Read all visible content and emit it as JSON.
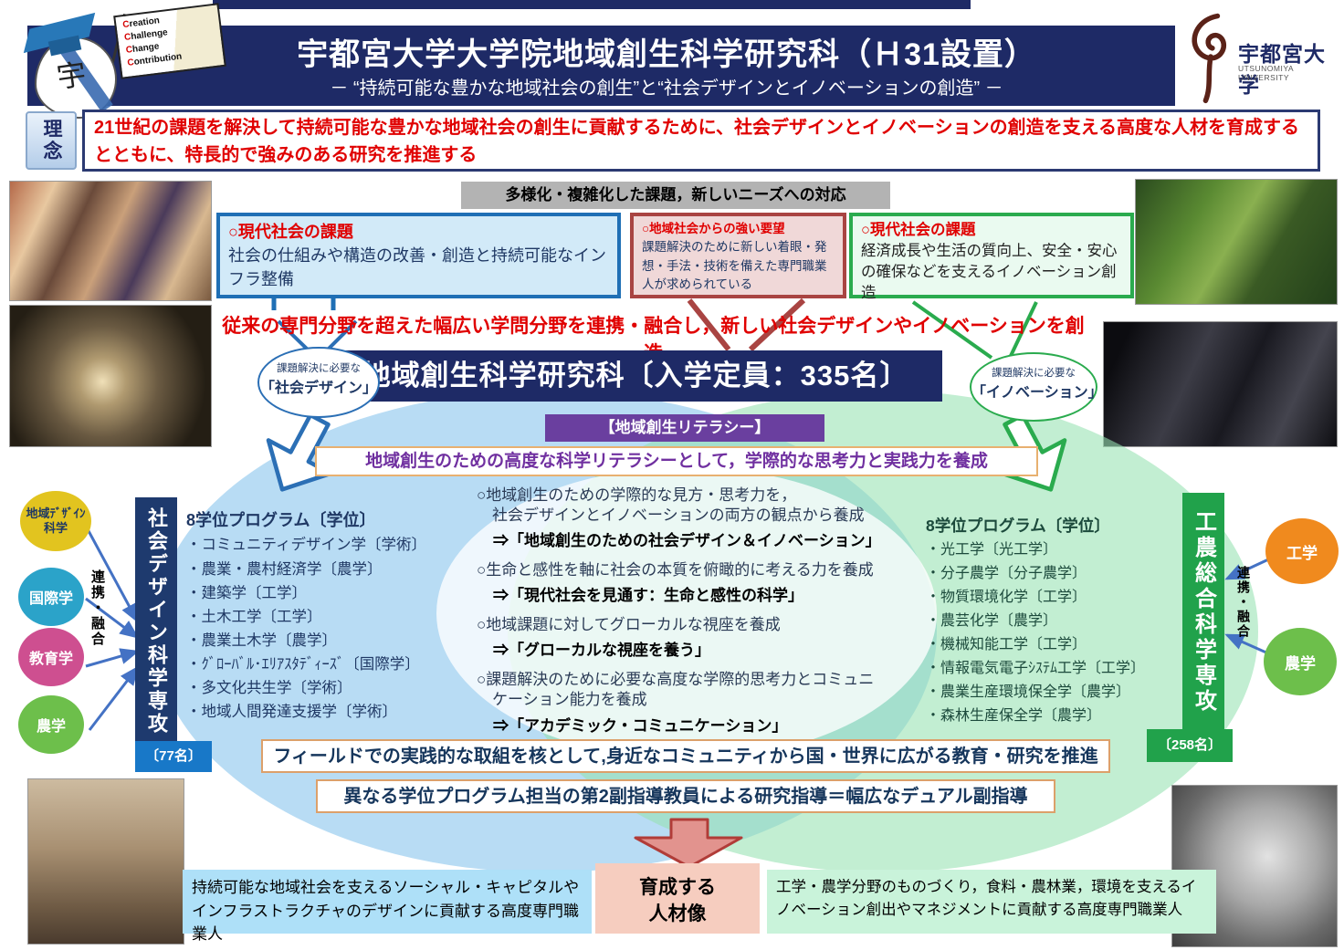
{
  "header": {
    "title": "宇都宮大学大学院地域創生科学研究科（Ｈ31設置）",
    "subtitle": "－ “持続可能な豊かな地域社会の創生”と“社会デザインとイノベーションの創造” －",
    "mascot": {
      "mark": "宇",
      "flag_lines": [
        "Creation",
        "Challenge",
        "Change",
        "Contribution"
      ]
    },
    "logo": {
      "name": "宇都宮大学",
      "subname": "UTSUNOMIYA UNIVERSITY"
    }
  },
  "philosophy": {
    "label": "理念",
    "text": "21世紀の課題を解決して持続可能な豊かな地域社会の創生に貢献するために、社会デザインとイノベーションの創造を支える高度な人材を育成するとともに、特長的で強みのある研究を推進する"
  },
  "needs_bar": "多様化・複雑化した課題，新しいニーズへの対応",
  "challenge_boxes": [
    {
      "title": "○現代社会の課題",
      "body": "社会の仕組みや構造の改善・創造と持続可能なインフラ整備"
    },
    {
      "title": "○地域社会からの強い要望",
      "body": "課題解決のために新しい着眼・発想・手法・技術を備えた専門職業人が求められている"
    },
    {
      "title": "○現代社会の課題",
      "body": "経済成長や生活の質向上、安全・安心の確保などを支えるイノベーション創造"
    }
  ],
  "integration_line": "従来の専門分野を超えた幅広い学問分野を連携・融合し，新しい社会デザインやイノベーションを創造",
  "main_banner": "地域創生科学研究科〔入学定員：335名〕",
  "bubble_left": {
    "line1": "課題解決に必要な",
    "line2": "「社会デザイン」"
  },
  "bubble_right": {
    "line1": "課題解決に必要な",
    "line2": "「イノベーション」"
  },
  "literacy": {
    "bar": "【地域創生リテラシー】",
    "line": "地域創生のための高度な科学リテラシーとして，学際的な思考力と実践力を養成"
  },
  "goals": [
    {
      "body": "○地域創生のための学際的な見方・思考力を，\n　社会デザインとイノベーションの両方の観点から養成",
      "result": "⇒「地域創生のための社会デザイン＆イノベーション」"
    },
    {
      "body": "○生命と感性を軸に社会の本質を俯瞰的に考える力を養成",
      "result": "⇒「現代社会を見通す：生命と感性の科学」"
    },
    {
      "body": "○地域課題に対してグローカルな視座を養成",
      "result": "⇒「グローカルな視座を養う」"
    },
    {
      "body": "○課題解決のために必要な高度な学際的思考力とコミュニ\n　ケーション能力を養成",
      "result": "⇒「アカデミック・コミュニケーション」"
    }
  ],
  "left_division": {
    "name": "社会デザイン科学専攻",
    "capacity": "〔77名〕",
    "program_header": "8学位プログラム〔学位〕",
    "programs": [
      "・コミュニティデザイン学〔学術〕",
      "・農業・農村経済学〔農学〕",
      "・建築学〔工学〕",
      "・土木工学〔工学〕",
      "・農業土木学〔農学〕",
      "・ｸﾞﾛｰﾊﾞﾙ･ｴﾘｱｽﾀﾃﾞｨｰｽﾞ〔国際学〕",
      "・多文化共生学〔学術〕",
      "・地域人間発達支援学〔学術〕"
    ]
  },
  "right_division": {
    "name": "工農総合科学専攻",
    "capacity": "〔258名〕",
    "program_header": "8学位プログラム〔学位〕",
    "programs": [
      "・光工学〔光工学〕",
      "・分子農学〔分子農学〕",
      "・物質環境化学〔工学〕",
      "・農芸化学〔農学〕",
      "・機械知能工学〔工学〕",
      "・情報電気電子ｼｽﾃﾑ工学〔工学〕",
      "・農業生産環境保全学〔農学〕",
      "・森林生産保全学〔農学〕"
    ]
  },
  "left_fields": {
    "link_label": "連携・融合",
    "items": [
      {
        "label": "地域ﾃﾞｻﾞｲﾝ科学",
        "color": "#e2c41f"
      },
      {
        "label": "国際学",
        "color": "#2ba3c9"
      },
      {
        "label": "教育学",
        "color": "#ce4f90"
      },
      {
        "label": "農学",
        "color": "#6dbf4b"
      }
    ]
  },
  "right_fields": {
    "link_label": "連携・融合",
    "items": [
      {
        "label": "工学",
        "color": "#f08a1e"
      },
      {
        "label": "農学",
        "color": "#6dbf4b"
      }
    ]
  },
  "bottom_banners": [
    "フィールドでの実践的な取組を核として,身近なコミュニティから国・世界に広がる教育・研究を推進",
    "異なる学位プログラム担当の第2副指導教員による研究指導＝幅広なデュアル副指導"
  ],
  "outcome": {
    "label": "育成する\n人材像",
    "left": "持続可能な地域社会を支えるソーシャル・キャピタルやインフラストラクチャのデザインに貢献する高度専門職業人",
    "right": "工学・農学分野のものづくり，食料・農林業，環境を支えるイノベーション創出やマネジメントに貢献する高度専門職業人"
  },
  "colors": {
    "navy": "#1e2a66",
    "red_text": "#e00000",
    "blue_accent": "#1f6fb5",
    "dark_red": "#a94442",
    "green_accent": "#2aab4e",
    "purple": "#6a3f9f",
    "orange_border": "#dca06a"
  }
}
